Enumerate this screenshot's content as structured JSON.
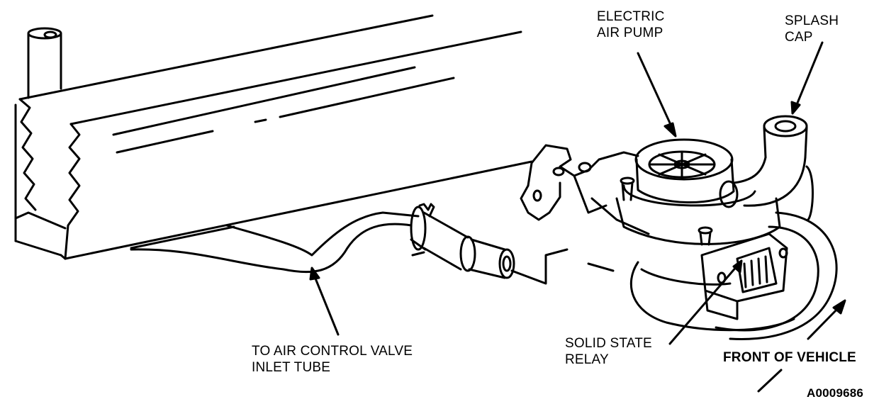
{
  "labels": {
    "electric_air_pump": [
      "ELECTRIC",
      "AIR PUMP"
    ],
    "splash_cap": [
      "SPLASH",
      "CAP"
    ],
    "air_control_valve": [
      "TO AIR CONTROL VALVE",
      "INLET TUBE"
    ],
    "solid_state_relay": [
      "SOLID STATE",
      "RELAY"
    ],
    "front_of_vehicle": "FRONT OF VEHICLE",
    "figure_id": "A0009686"
  }
}
